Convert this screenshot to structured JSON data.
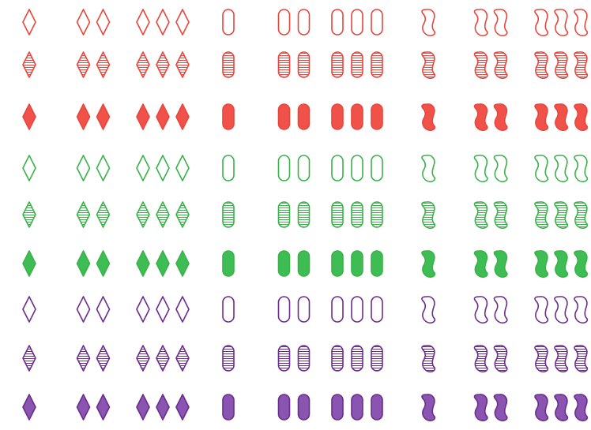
{
  "deck": {
    "colors": {
      "red": "#e8463d",
      "green": "#3ab24a",
      "purple": "#6b2d8b"
    },
    "fill_colors": {
      "red": "#f0524a",
      "green": "#3fbd55",
      "purple": "#8a55b0"
    },
    "rows": [
      {
        "color": "red",
        "shading": "outline"
      },
      {
        "color": "red",
        "shading": "striped"
      },
      {
        "color": "red",
        "shading": "solid"
      },
      {
        "color": "green",
        "shading": "outline"
      },
      {
        "color": "green",
        "shading": "striped"
      },
      {
        "color": "green",
        "shading": "solid"
      },
      {
        "color": "purple",
        "shading": "outline"
      },
      {
        "color": "purple",
        "shading": "striped"
      },
      {
        "color": "purple",
        "shading": "solid"
      }
    ],
    "columns": [
      {
        "shape": "diamond",
        "count": 1
      },
      {
        "shape": "diamond",
        "count": 2
      },
      {
        "shape": "diamond",
        "count": 3
      },
      {
        "shape": "oval",
        "count": 1
      },
      {
        "shape": "oval",
        "count": 2
      },
      {
        "shape": "oval",
        "count": 3
      },
      {
        "shape": "squiggle",
        "count": 1
      },
      {
        "shape": "squiggle",
        "count": 2
      },
      {
        "shape": "squiggle",
        "count": 3
      }
    ]
  }
}
